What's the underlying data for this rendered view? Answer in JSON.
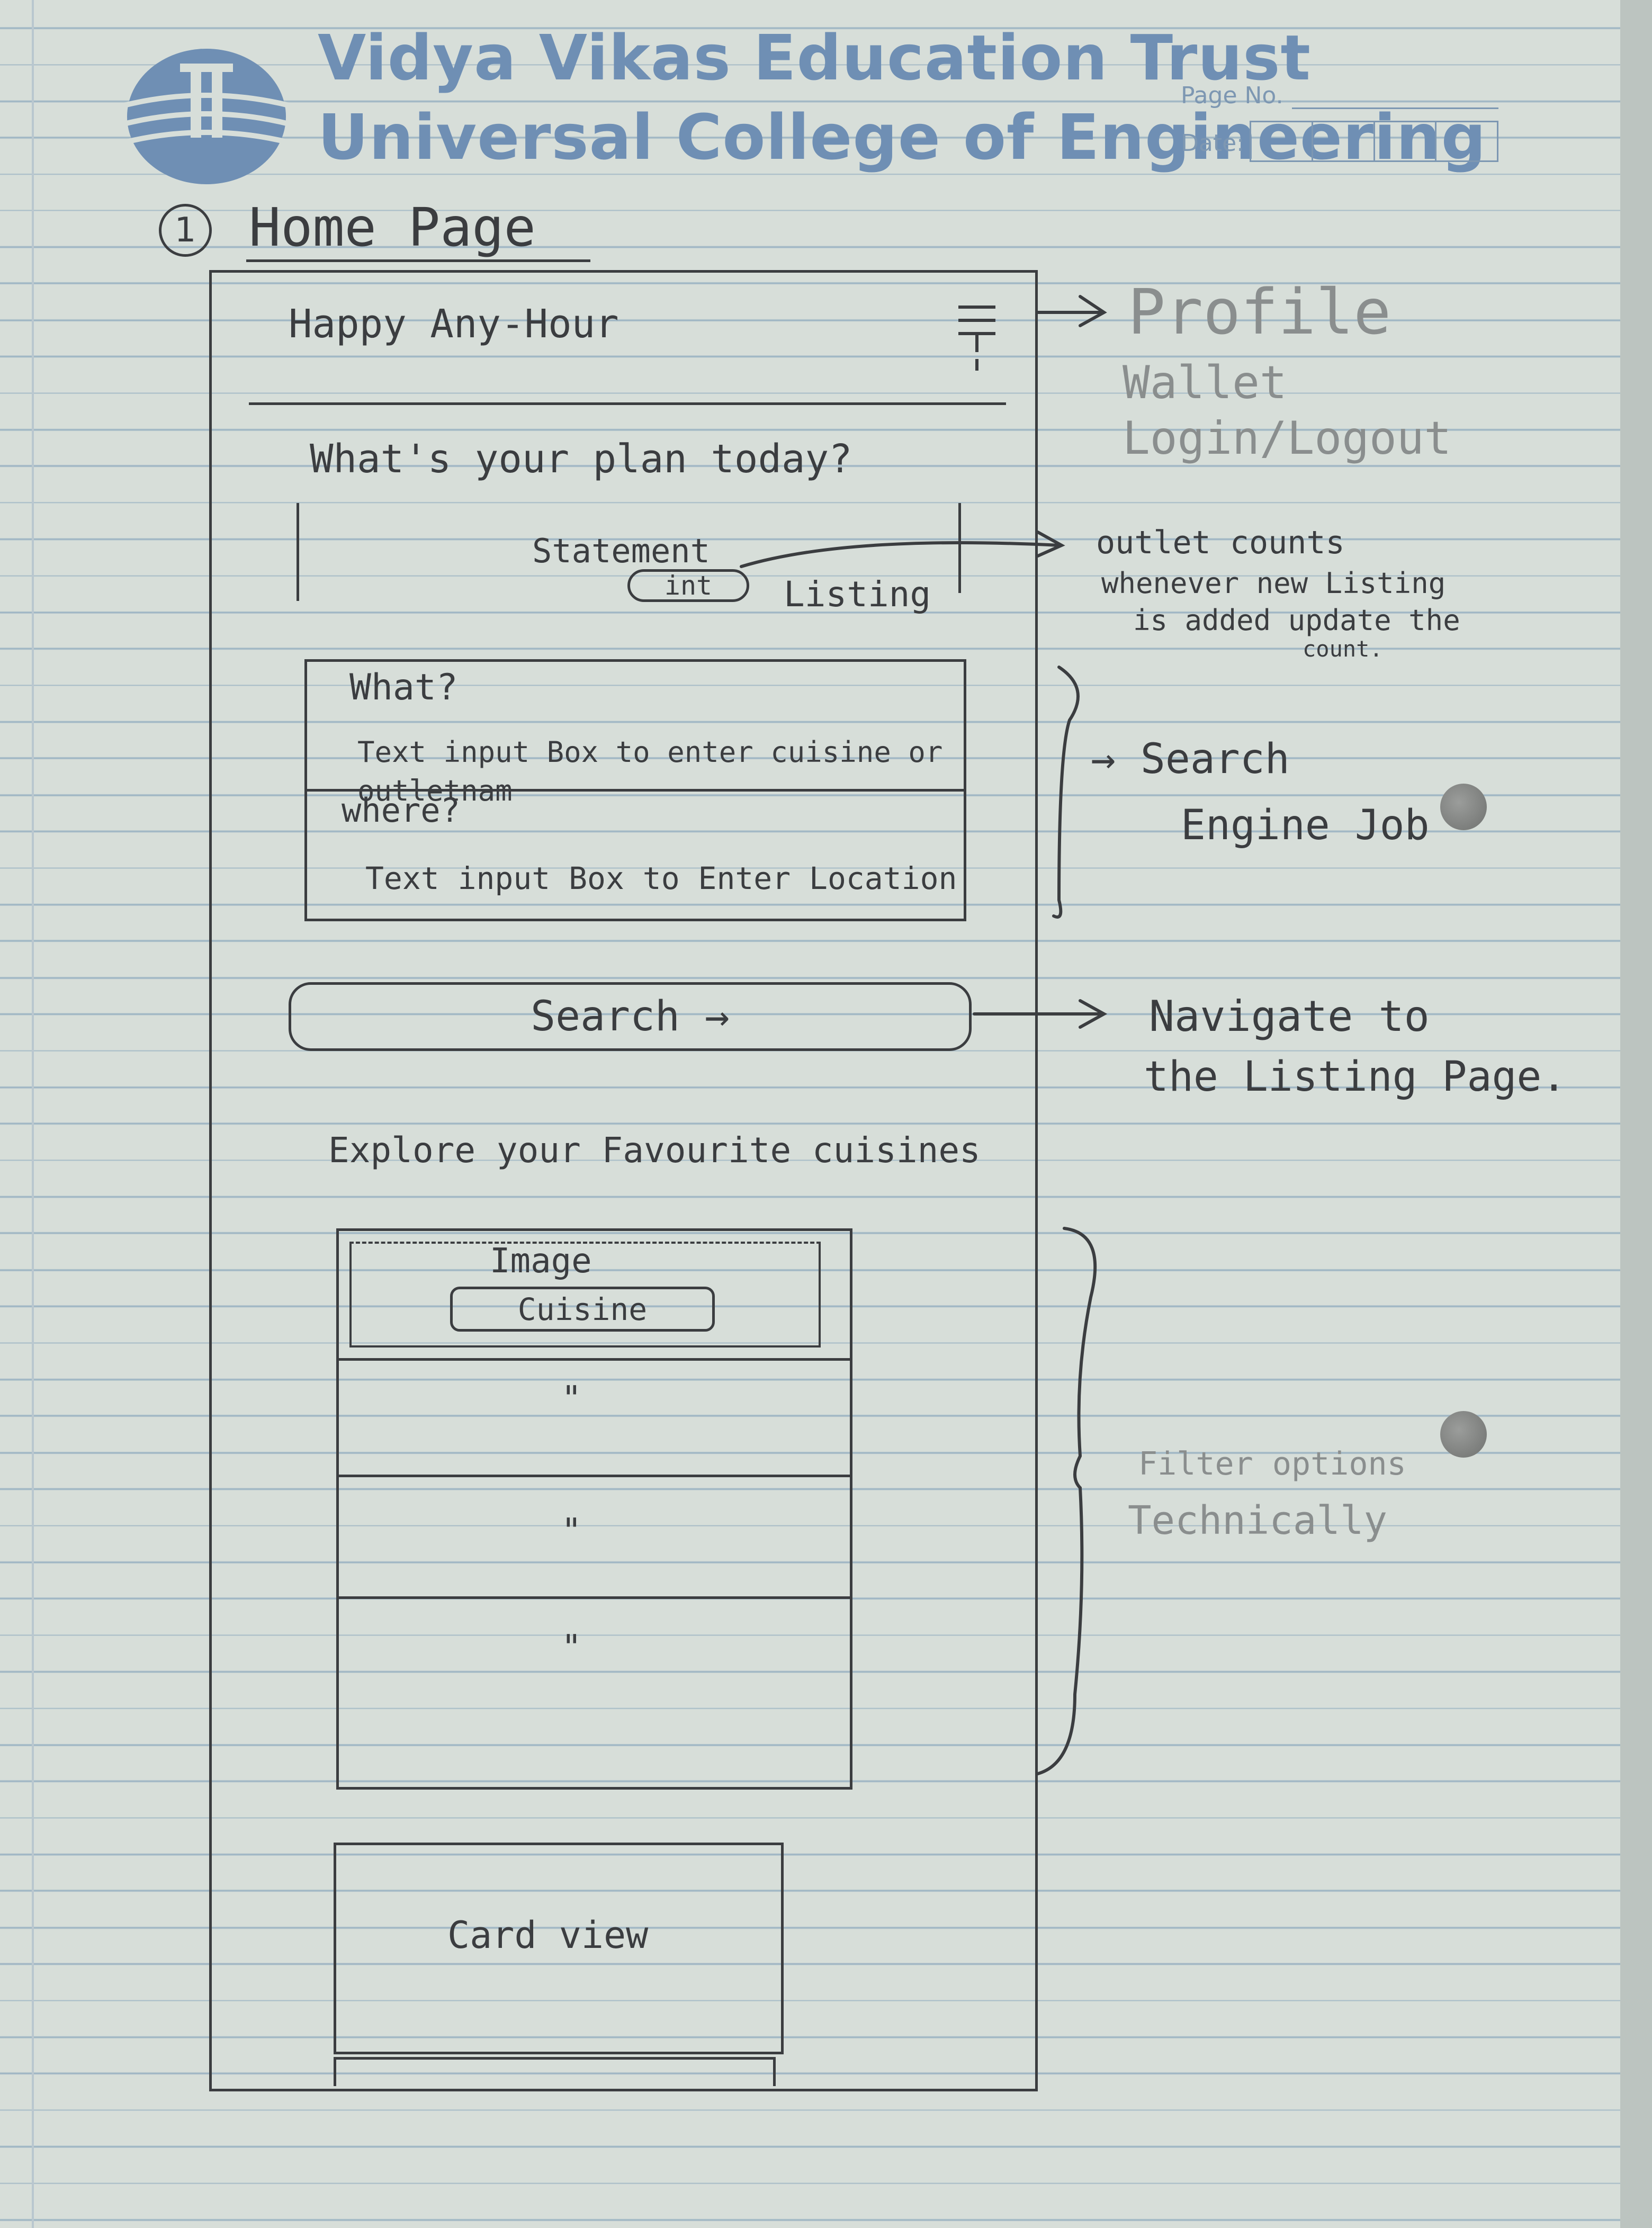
{
  "letterhead": {
    "trust": "Vidya Vikas Education Trust",
    "college": "Universal College of Engineering",
    "page_no_label": "Page No.",
    "date_label": "Date:"
  },
  "sketch": {
    "section_number": "1",
    "section_title": "Home Page",
    "app_header": "Happy Any-Hour",
    "menu_icon": "hamburger-menu-icon",
    "question": "What's your plan today?",
    "statement_label": "Statement",
    "int_badge": "int",
    "listing_label": "Listing",
    "what_label": "What?",
    "what_input": "Text input Box to enter cuisine or outletnam",
    "where_label": "where?",
    "where_input": "Text input Box to Enter Location",
    "search_button": "Search →",
    "explore_title": "Explore your Favourite cuisines",
    "image_label": "Image",
    "cuisine_label": "Cuisine",
    "repeat_marks": [
      "\"",
      "\"",
      "\""
    ],
    "card_view": "Card view"
  },
  "annotations": {
    "menu_items": [
      "Profile",
      "Wallet",
      "Login/Logout"
    ],
    "outlet_note": [
      "outlet counts",
      "whenever new Listing",
      "is added update the",
      "count."
    ],
    "search_note": [
      "→ Search",
      "Engine Job"
    ],
    "navigate_note": [
      "Navigate to",
      "the Listing Page."
    ],
    "filter_note": [
      "Filter options",
      "Technically"
    ]
  }
}
